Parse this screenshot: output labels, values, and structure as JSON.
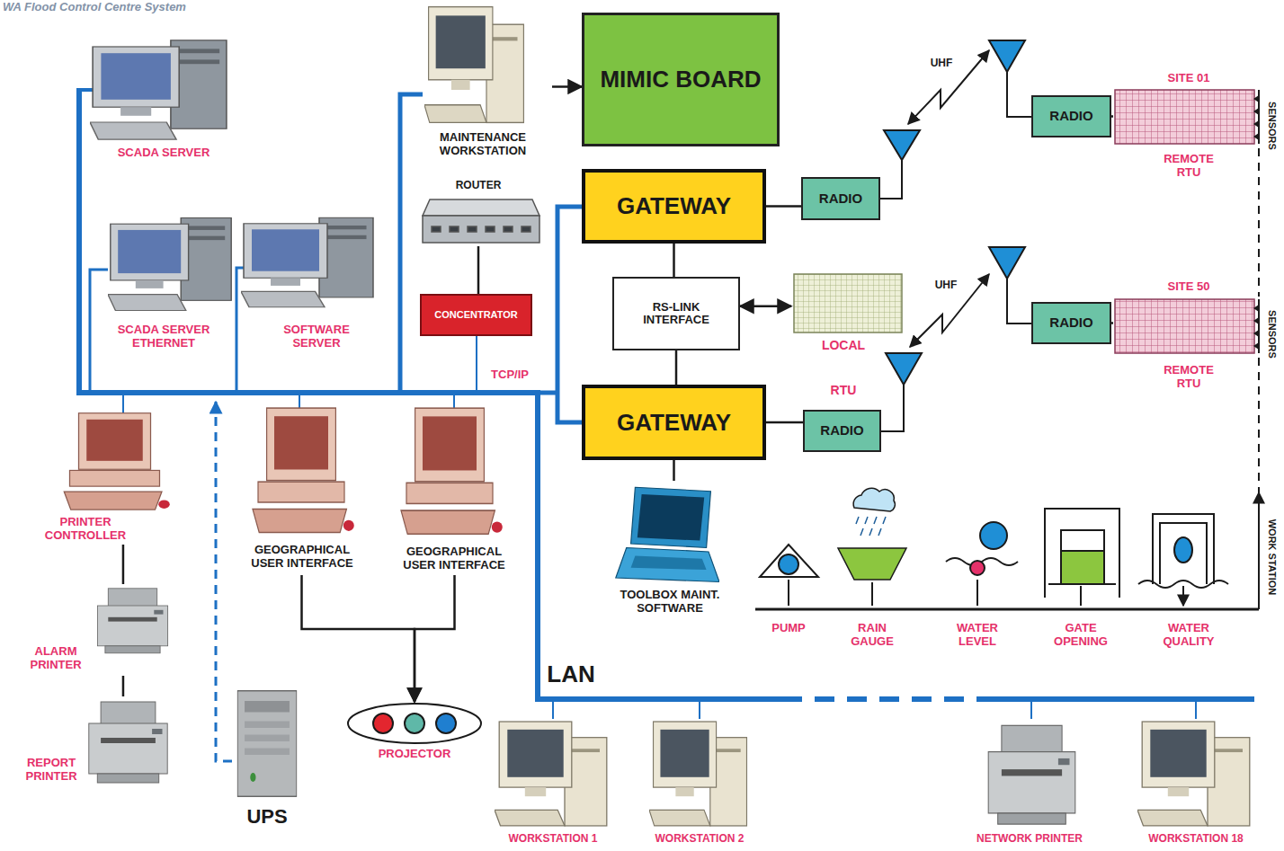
{
  "diagram": {
    "title": "WA Flood Control Centre System",
    "nodes": [
      {
        "text": [
          "SCADA SERVER"
        ]
      },
      {
        "text": [
          "MAINTENANCE WORKSTATION"
        ]
      },
      {
        "text": [
          "MIMIC BOARD"
        ]
      },
      {
        "text": [
          "RADIO"
        ]
      },
      {
        "text": [
          "SITE 01",
          "REMOTE RTU"
        ]
      },
      {
        "text": [
          "ROUTER"
        ]
      },
      {
        "text": [
          "GATEWAY"
        ]
      },
      {
        "text": [
          "RADIO"
        ]
      },
      {
        "text": [
          "SCADA SERVER ETHERNET"
        ]
      },
      {
        "text": [
          "SOFTWARE SERVER"
        ]
      },
      {
        "text": [
          "RS-LINK INTERFACE"
        ]
      },
      {
        "text": [
          "LOCAL",
          "RTU"
        ]
      },
      {
        "text": [
          "CONCENTRATOR"
        ]
      },
      {
        "text": [
          "RADIO"
        ]
      },
      {
        "text": [
          "SITE 50",
          "REMOTE RTU"
        ]
      },
      {
        "text": [
          "GATEWAY"
        ]
      },
      {
        "text": [
          "RADIO"
        ]
      },
      {
        "text": [
          "PRINTER CONTROLLER"
        ]
      },
      {
        "text": [
          "GEOGRAPHICAL USER INTERFACE"
        ]
      },
      {
        "text": [
          "GEOGRAPHICAL USER INTERFACE"
        ]
      },
      {
        "text": [
          "TOOLBOX MAINT. SOFTWARE"
        ]
      },
      {
        "text": [
          "PUMP"
        ]
      },
      {
        "text": [
          "RAIN GAUGE"
        ]
      },
      {
        "text": [
          "WATER LEVEL"
        ]
      },
      {
        "text": [
          "GATE OPENING"
        ]
      },
      {
        "text": [
          "WATER QUALITY"
        ]
      },
      {
        "text": [
          "ALARM PRINTER"
        ]
      },
      {
        "text": [
          "PROJECTOR"
        ]
      },
      {
        "text": [
          "REPORT PRINTER"
        ]
      },
      {
        "text": [
          "UPS"
        ]
      },
      {
        "text": [
          "WORKSTATION 1"
        ]
      },
      {
        "text": [
          "WORKSTATION 2"
        ]
      },
      {
        "text": [
          "NETWORK PRINTER"
        ]
      },
      {
        "text": [
          "WORKSTATION 18"
        ]
      }
    ],
    "edges": [
      {
        "from": 1,
        "to": 2,
        "arrow": "to"
      },
      {
        "from": 3,
        "to": 4,
        "arrow": "none"
      },
      {
        "from": 5,
        "to": 12,
        "arrow": "none"
      },
      {
        "from": 6,
        "to": 7,
        "arrow": "none"
      },
      {
        "from": 6,
        "to": 10,
        "arrow": "none"
      },
      {
        "from": 10,
        "to": 11,
        "arrow": "both"
      },
      {
        "from": 10,
        "to": 15,
        "arrow": "none"
      },
      {
        "from": 15,
        "to": 16,
        "arrow": "none"
      },
      {
        "from": 13,
        "to": 14,
        "arrow": "none"
      },
      {
        "from": 15,
        "to": 20,
        "arrow": "none"
      },
      {
        "from": 18,
        "to": 27,
        "arrow": "to"
      },
      {
        "from": 19,
        "to": 27,
        "arrow": "to"
      },
      {
        "from": 17,
        "to": 26,
        "arrow": "none"
      },
      {
        "from": 26,
        "to": 28,
        "arrow": "none"
      }
    ],
    "labels": [
      "UHF",
      "UHF",
      "SENSORS",
      "SENSORS",
      "TCP/IP",
      "WORK STATION",
      "LAN"
    ]
  }
}
